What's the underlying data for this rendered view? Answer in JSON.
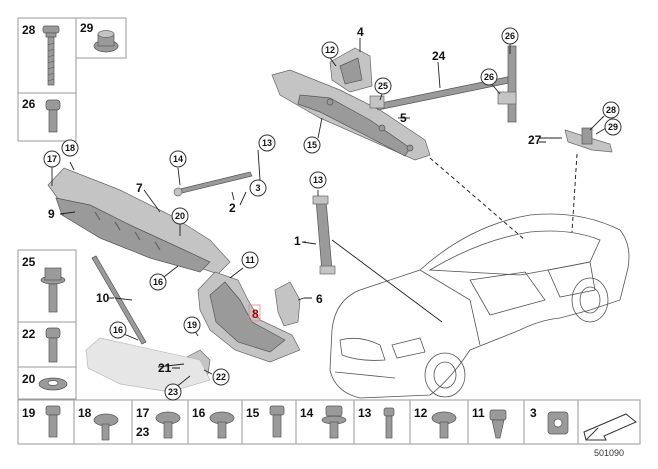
{
  "image_number": "501090",
  "side_cells": [
    {
      "label": "28"
    },
    {
      "label": "29"
    },
    {
      "label": "26"
    },
    {
      "label": "25"
    },
    {
      "label": "22"
    },
    {
      "label": "20"
    }
  ],
  "bottom_cells": [
    {
      "label": "19"
    },
    {
      "label": "18"
    },
    {
      "label": "17"
    },
    {
      "label": "23"
    },
    {
      "label": "16"
    },
    {
      "label": "15"
    },
    {
      "label": "14"
    },
    {
      "label": "13"
    },
    {
      "label": "12"
    },
    {
      "label": "11"
    },
    {
      "label": "3"
    }
  ],
  "callouts": {
    "c1": "1",
    "c2": "2",
    "c3": "3",
    "c4": "4",
    "c5": "5",
    "c6": "6",
    "c7": "7",
    "c8": "8",
    "c9": "9",
    "c10": "10",
    "c11": "11",
    "c12": "12",
    "c13a": "13",
    "c13b": "13",
    "c14": "14",
    "c15": "15",
    "c16a": "16",
    "c16b": "16",
    "c17": "17",
    "c18": "18",
    "c19": "19",
    "c20": "20",
    "c21": "21",
    "c22": "22",
    "c23": "23",
    "c24": "24",
    "c25": "25",
    "c26a": "26",
    "c26b": "26",
    "c27": "27",
    "c28": "28",
    "c29": "29"
  },
  "highlight_color": "#b00000"
}
